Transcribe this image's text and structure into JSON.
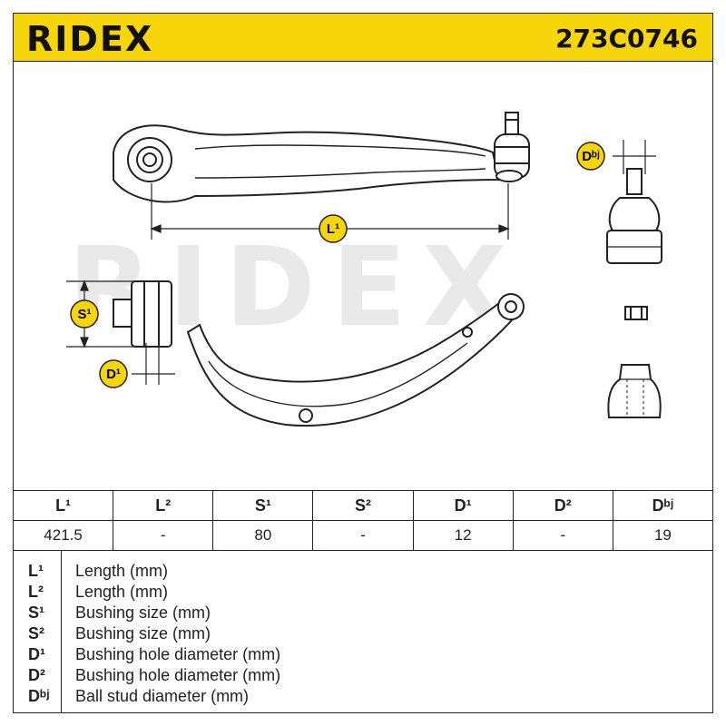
{
  "header": {
    "brand": "RIDEX",
    "part_number": "273C0746"
  },
  "watermark": "RIDEX",
  "dimension_badges": {
    "l1": "L¹",
    "s1": "S¹",
    "d1": "D¹",
    "dbj": "Dᵇʲ"
  },
  "table": {
    "headers": [
      "L¹",
      "L²",
      "S¹",
      "S²",
      "D¹",
      "D²",
      "Dᵇʲ"
    ],
    "values": [
      "421.5",
      "-",
      "80",
      "-",
      "12",
      "-",
      "19"
    ]
  },
  "legend": [
    {
      "symbol": "L¹",
      "text": "Length (mm)"
    },
    {
      "symbol": "L²",
      "text": "Length (mm)"
    },
    {
      "symbol": "S¹",
      "text": "Bushing size (mm)"
    },
    {
      "symbol": "S²",
      "text": "Bushing size (mm)"
    },
    {
      "symbol": "D¹",
      "text": "Bushing hole diameter (mm)"
    },
    {
      "symbol": "D²",
      "text": "Bushing hole diameter (mm)"
    },
    {
      "symbol": "Dᵇʲ",
      "text": "Ball stud diameter (mm)"
    }
  ],
  "colors": {
    "brand_yellow": "#f6d60a",
    "badge_fill": "#f6d60a",
    "line": "#222222",
    "watermark": "#e6e6e6"
  }
}
